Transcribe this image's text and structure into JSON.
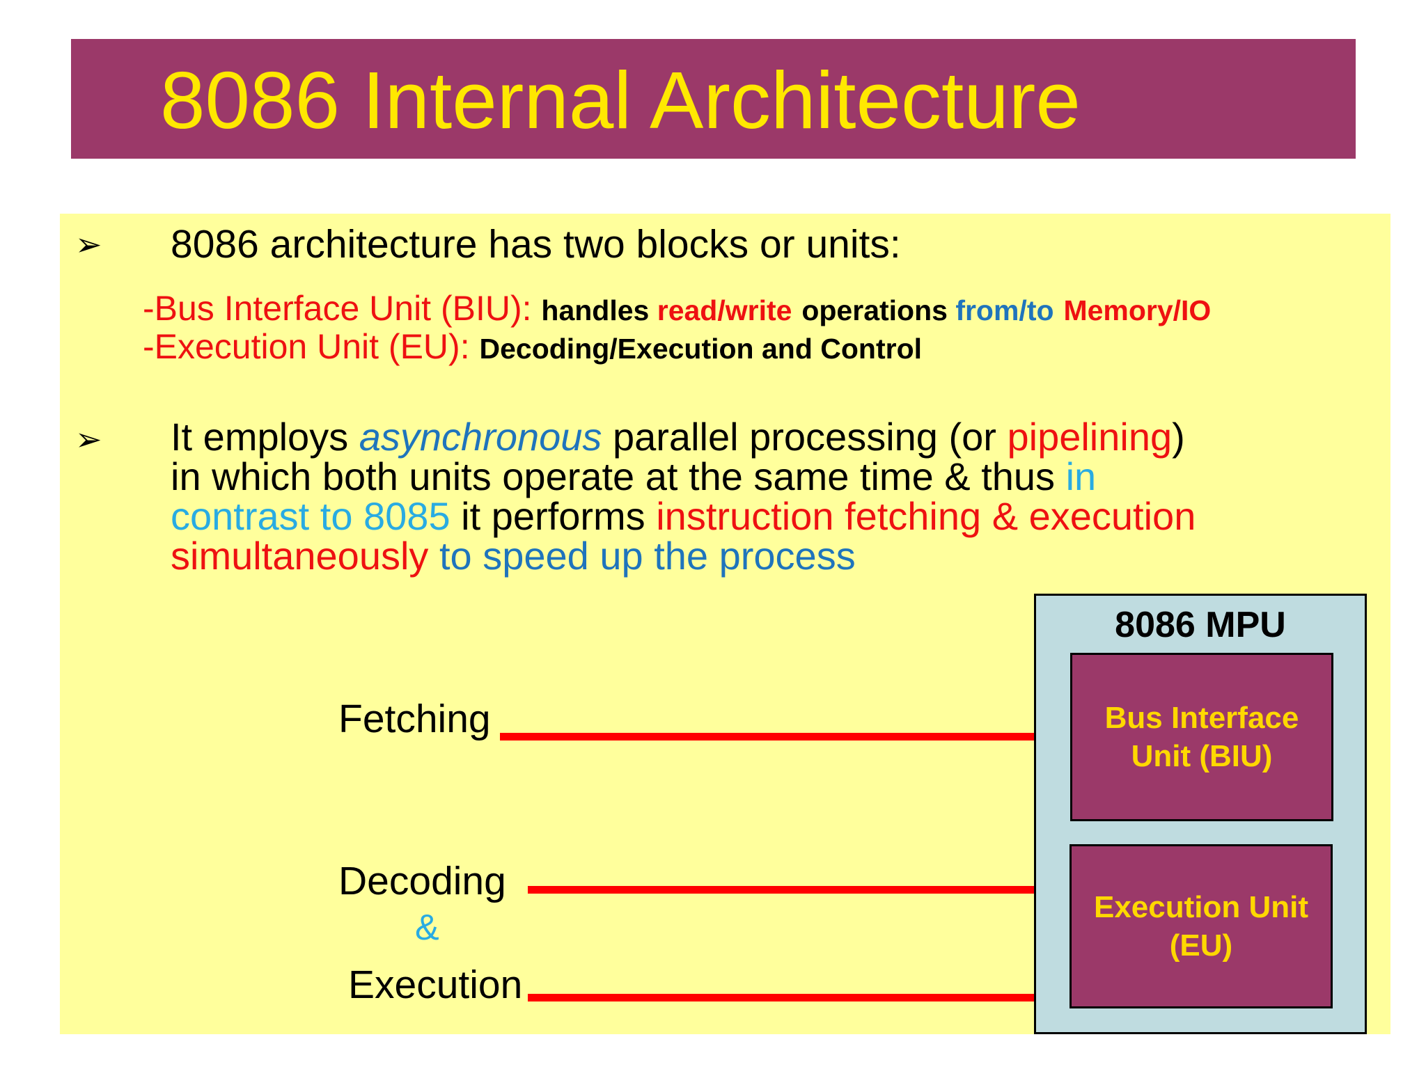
{
  "slide": {
    "title": "8086 Internal Architecture"
  },
  "content": {
    "bullet_glyph": "➢",
    "b1_text": "8086 architecture has two blocks or units:",
    "biu_line": {
      "head": "-Bus Interface Unit (BIU):",
      "handles": " handles ",
      "readwrite": "read/write",
      "operations": " operations ",
      "fromto": "from/to",
      "memoryio": " Memory/IO"
    },
    "eu_line": {
      "head": "-Execution Unit (EU):",
      "desc": " Decoding/Execution and Control"
    },
    "b2": {
      "l1a": "It employs ",
      "l1b": "asynchronous",
      "l1c": " parallel processing (or ",
      "l1d": "pipelining",
      "l1e": ")",
      "l2a": "in which both units operate at the same time & thus ",
      "l2b": "in",
      "l3a": "contrast to 8085",
      "l3b": " it performs ",
      "l3c": "instruction fetching & execution",
      "l4a": "simultaneously",
      "l4b": " to speed up the process"
    }
  },
  "diagram": {
    "mpu_title": "8086 MPU",
    "biu_label": "Bus Interface Unit (BIU)",
    "eu_label": "Execution Unit (EU)",
    "fetching": "Fetching",
    "decoding": "Decoding",
    "ampersand": "&",
    "execution": "Execution"
  },
  "colors": {
    "maroon": "#9B3969",
    "pale_yellow": "#FFFF9C",
    "title_yellow": "#FFE800",
    "box_label_yellow": "#FFD800",
    "light_blue": "#BFDCE0",
    "text_red": "#EE1111",
    "text_blue": "#1F74BC",
    "text_cyan": "#29ABE2",
    "arrow_red": "#FF0000"
  }
}
